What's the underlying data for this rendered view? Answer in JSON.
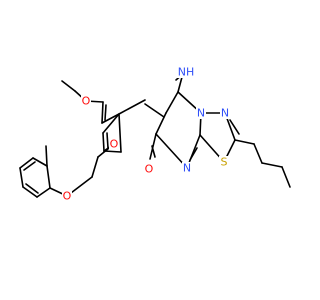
{
  "atom_colors": {
    "O": "#ff0d0d",
    "N": "#3050f8",
    "S": "#c8a000",
    "C": "#000000"
  },
  "labels": {
    "ethoxy_o": "O",
    "aryl_ether_o": "O",
    "phenoxy_o": "O",
    "carbonyl_o": "O",
    "imine_nh": "NH",
    "ring_n_top": "N",
    "ring_n_right": "N",
    "ring_n_bottom": "N",
    "sulfur": "S"
  }
}
